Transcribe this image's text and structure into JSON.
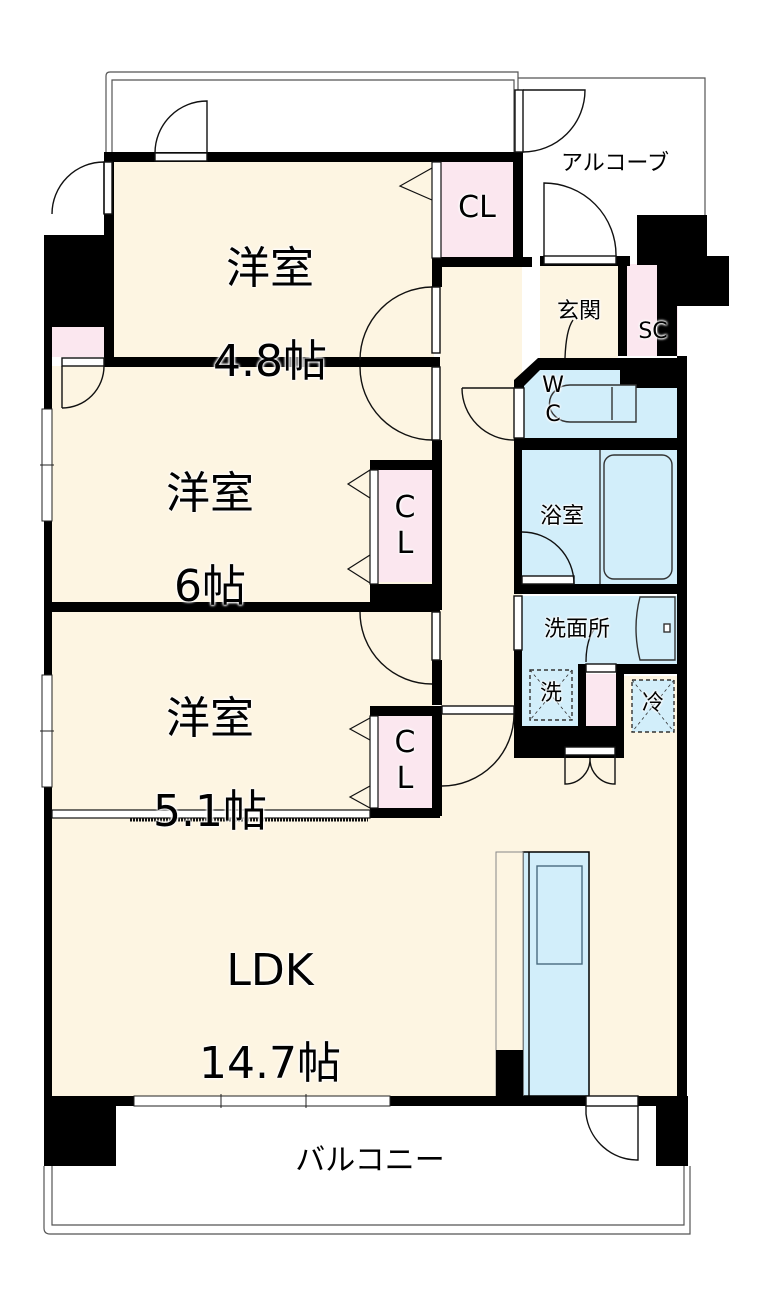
{
  "colors": {
    "room_floor": "#fdf5e2",
    "closet": "#fbe7ef",
    "wet_area": "#d2eefa",
    "wall": "#000000",
    "exterior": "#ffffff"
  },
  "rooms": {
    "western_room_1": {
      "name": "洋室",
      "size": "4.8帖"
    },
    "western_room_2": {
      "name": "洋室",
      "size": "6帖"
    },
    "western_room_3": {
      "name": "洋室",
      "size": "5.1帖"
    },
    "ldk": {
      "name": "LDK",
      "size": "14.7帖"
    },
    "alcove": {
      "name": "アルコーブ"
    },
    "entrance": {
      "name": "玄関"
    },
    "shoe_closet": {
      "name": "SC"
    },
    "toilet": {
      "name": "W\nC"
    },
    "bathroom": {
      "name": "浴室"
    },
    "washroom": {
      "name": "洗面所"
    },
    "washer_space": {
      "name": "洗"
    },
    "fridge_space": {
      "name": "冷"
    },
    "balcony": {
      "name": "バルコニー"
    }
  },
  "closets": {
    "closet_1": {
      "name": "CL"
    },
    "closet_2": {
      "name": "C\nL"
    },
    "closet_3": {
      "name": "C\nL"
    }
  }
}
